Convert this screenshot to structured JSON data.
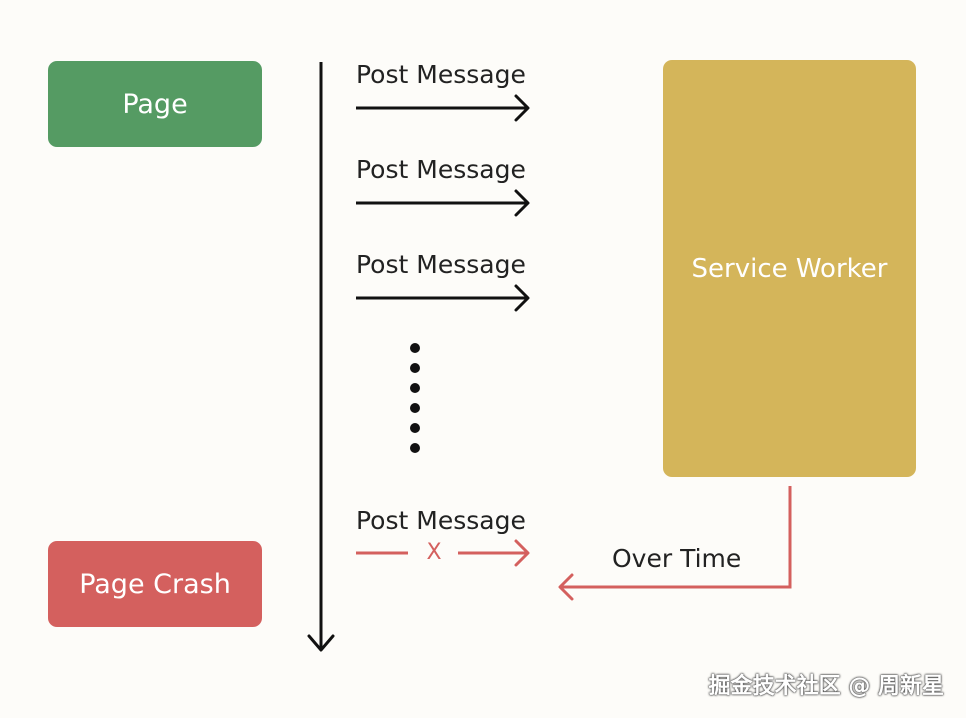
{
  "nodes": {
    "page": {
      "label": "Page",
      "color": "#559b63"
    },
    "page_crash": {
      "label": "Page Crash",
      "color": "#d4605e"
    },
    "service_worker": {
      "label": "Service Worker",
      "color": "#d4b55a"
    }
  },
  "messages": [
    {
      "label": "Post Message"
    },
    {
      "label": "Post Message"
    },
    {
      "label": "Post Message"
    }
  ],
  "failed_message": {
    "label": "Post Message",
    "blocked_mark": "X"
  },
  "timeout": {
    "label": "Over Time"
  },
  "colors": {
    "arrow_ok": "#111111",
    "arrow_fail": "#d4605e",
    "timeline": "#111111",
    "ellipsis": "#111111"
  },
  "watermark": {
    "text": "掘金技术社区 @ 周新星"
  }
}
